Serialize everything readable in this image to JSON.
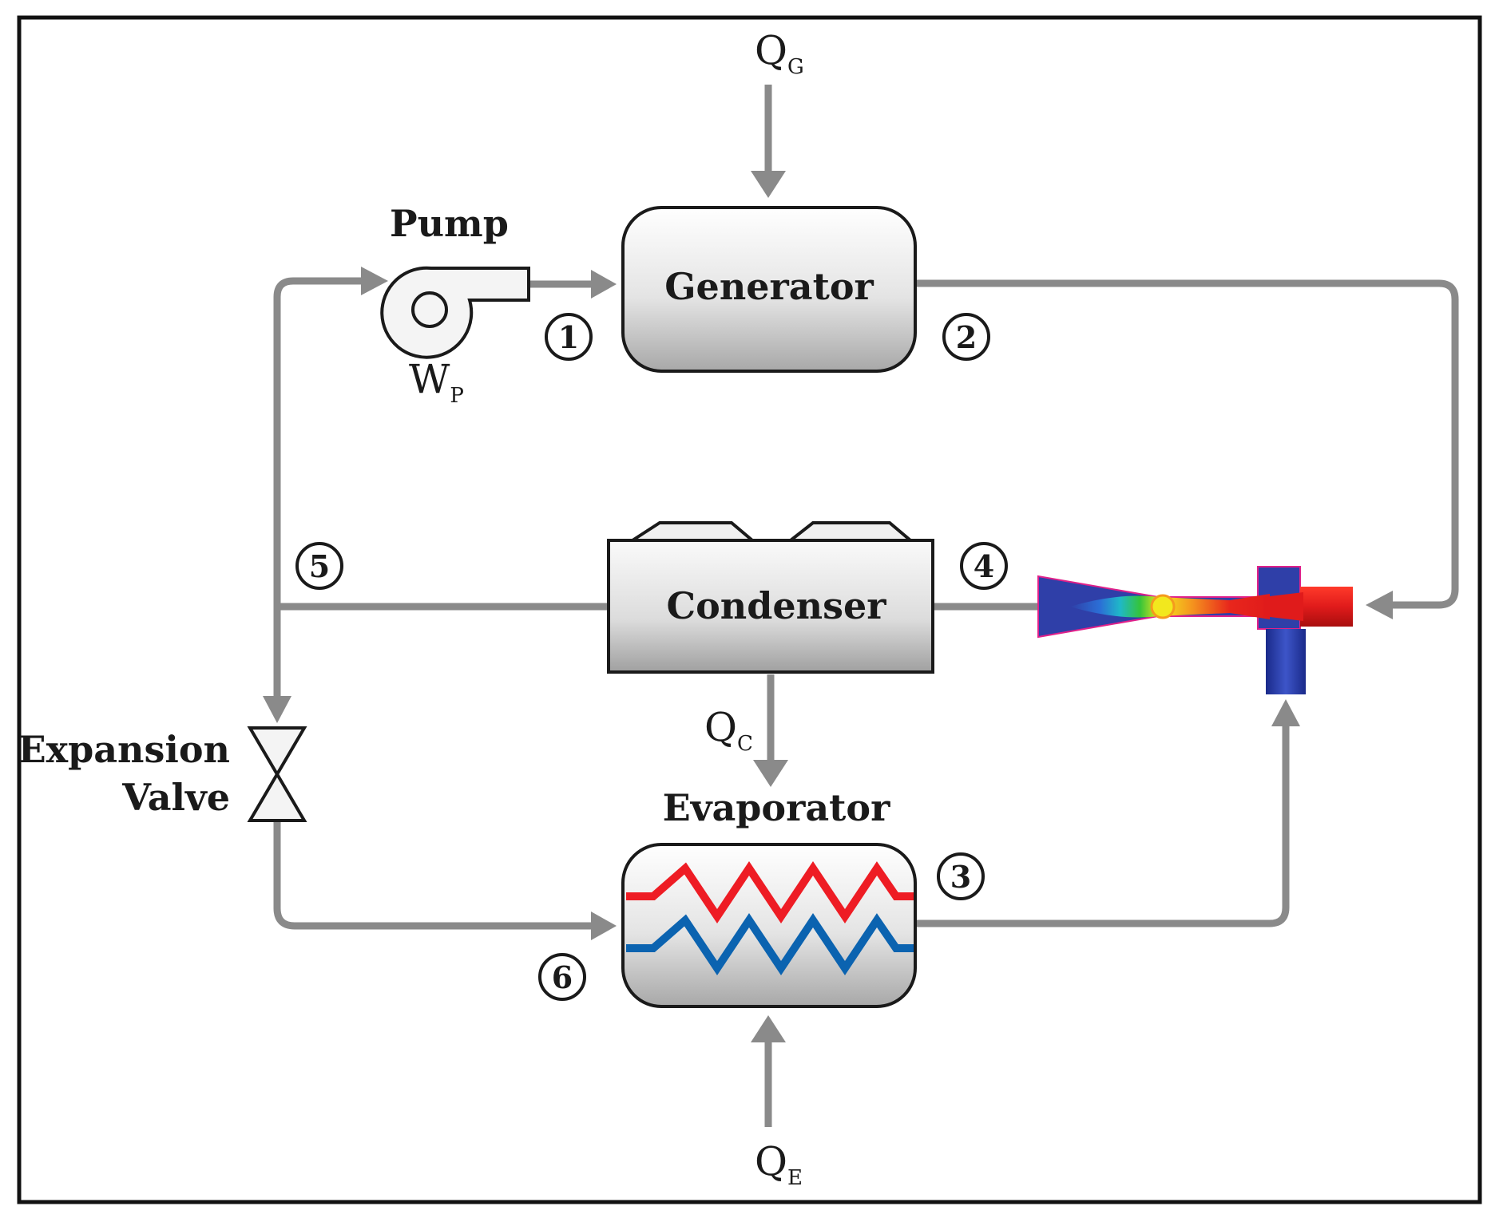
{
  "components": {
    "pump": "Pump",
    "generator": "Generator",
    "condenser": "Condenser",
    "evaporator": "Evaporator",
    "expansion_valve_line1": "Expansion",
    "expansion_valve_line2": "Valve"
  },
  "heat_labels": {
    "qg": {
      "main": "Q",
      "sub": "G"
    },
    "qc": {
      "main": "Q",
      "sub": "C"
    },
    "qe": {
      "main": "Q",
      "sub": "E"
    },
    "wp": {
      "main": "W",
      "sub": "P"
    }
  },
  "state_points": [
    "1",
    "2",
    "3",
    "4",
    "5",
    "6"
  ],
  "colors": {
    "pipe": "#8a8a8a",
    "hot_coil": "#ee1c24",
    "cold_coil": "#0b63b0",
    "ejector_body": "#2f3fa8",
    "ejector_inlet": "#e01b1b"
  }
}
